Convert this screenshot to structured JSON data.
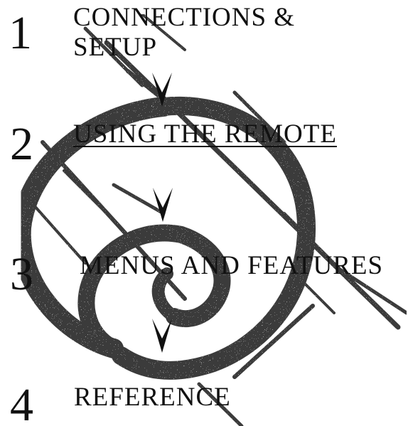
{
  "steps": [
    {
      "number": "1",
      "label_line1": "CONNECTIONS &",
      "label_line2": "SETUP",
      "active": false
    },
    {
      "number": "2",
      "label": "USING THE REMOTE",
      "active": true
    },
    {
      "number": "3",
      "label": "MENUS AND FEATURES",
      "active": false
    },
    {
      "number": "4",
      "label": "REFERENCE",
      "active": false
    }
  ],
  "icons": {
    "background": "spiral-logo-icon",
    "connector": "down-arrow-icon"
  },
  "colors": {
    "text": "#111111",
    "art": "#3a3a3a",
    "background": "#ffffff"
  }
}
